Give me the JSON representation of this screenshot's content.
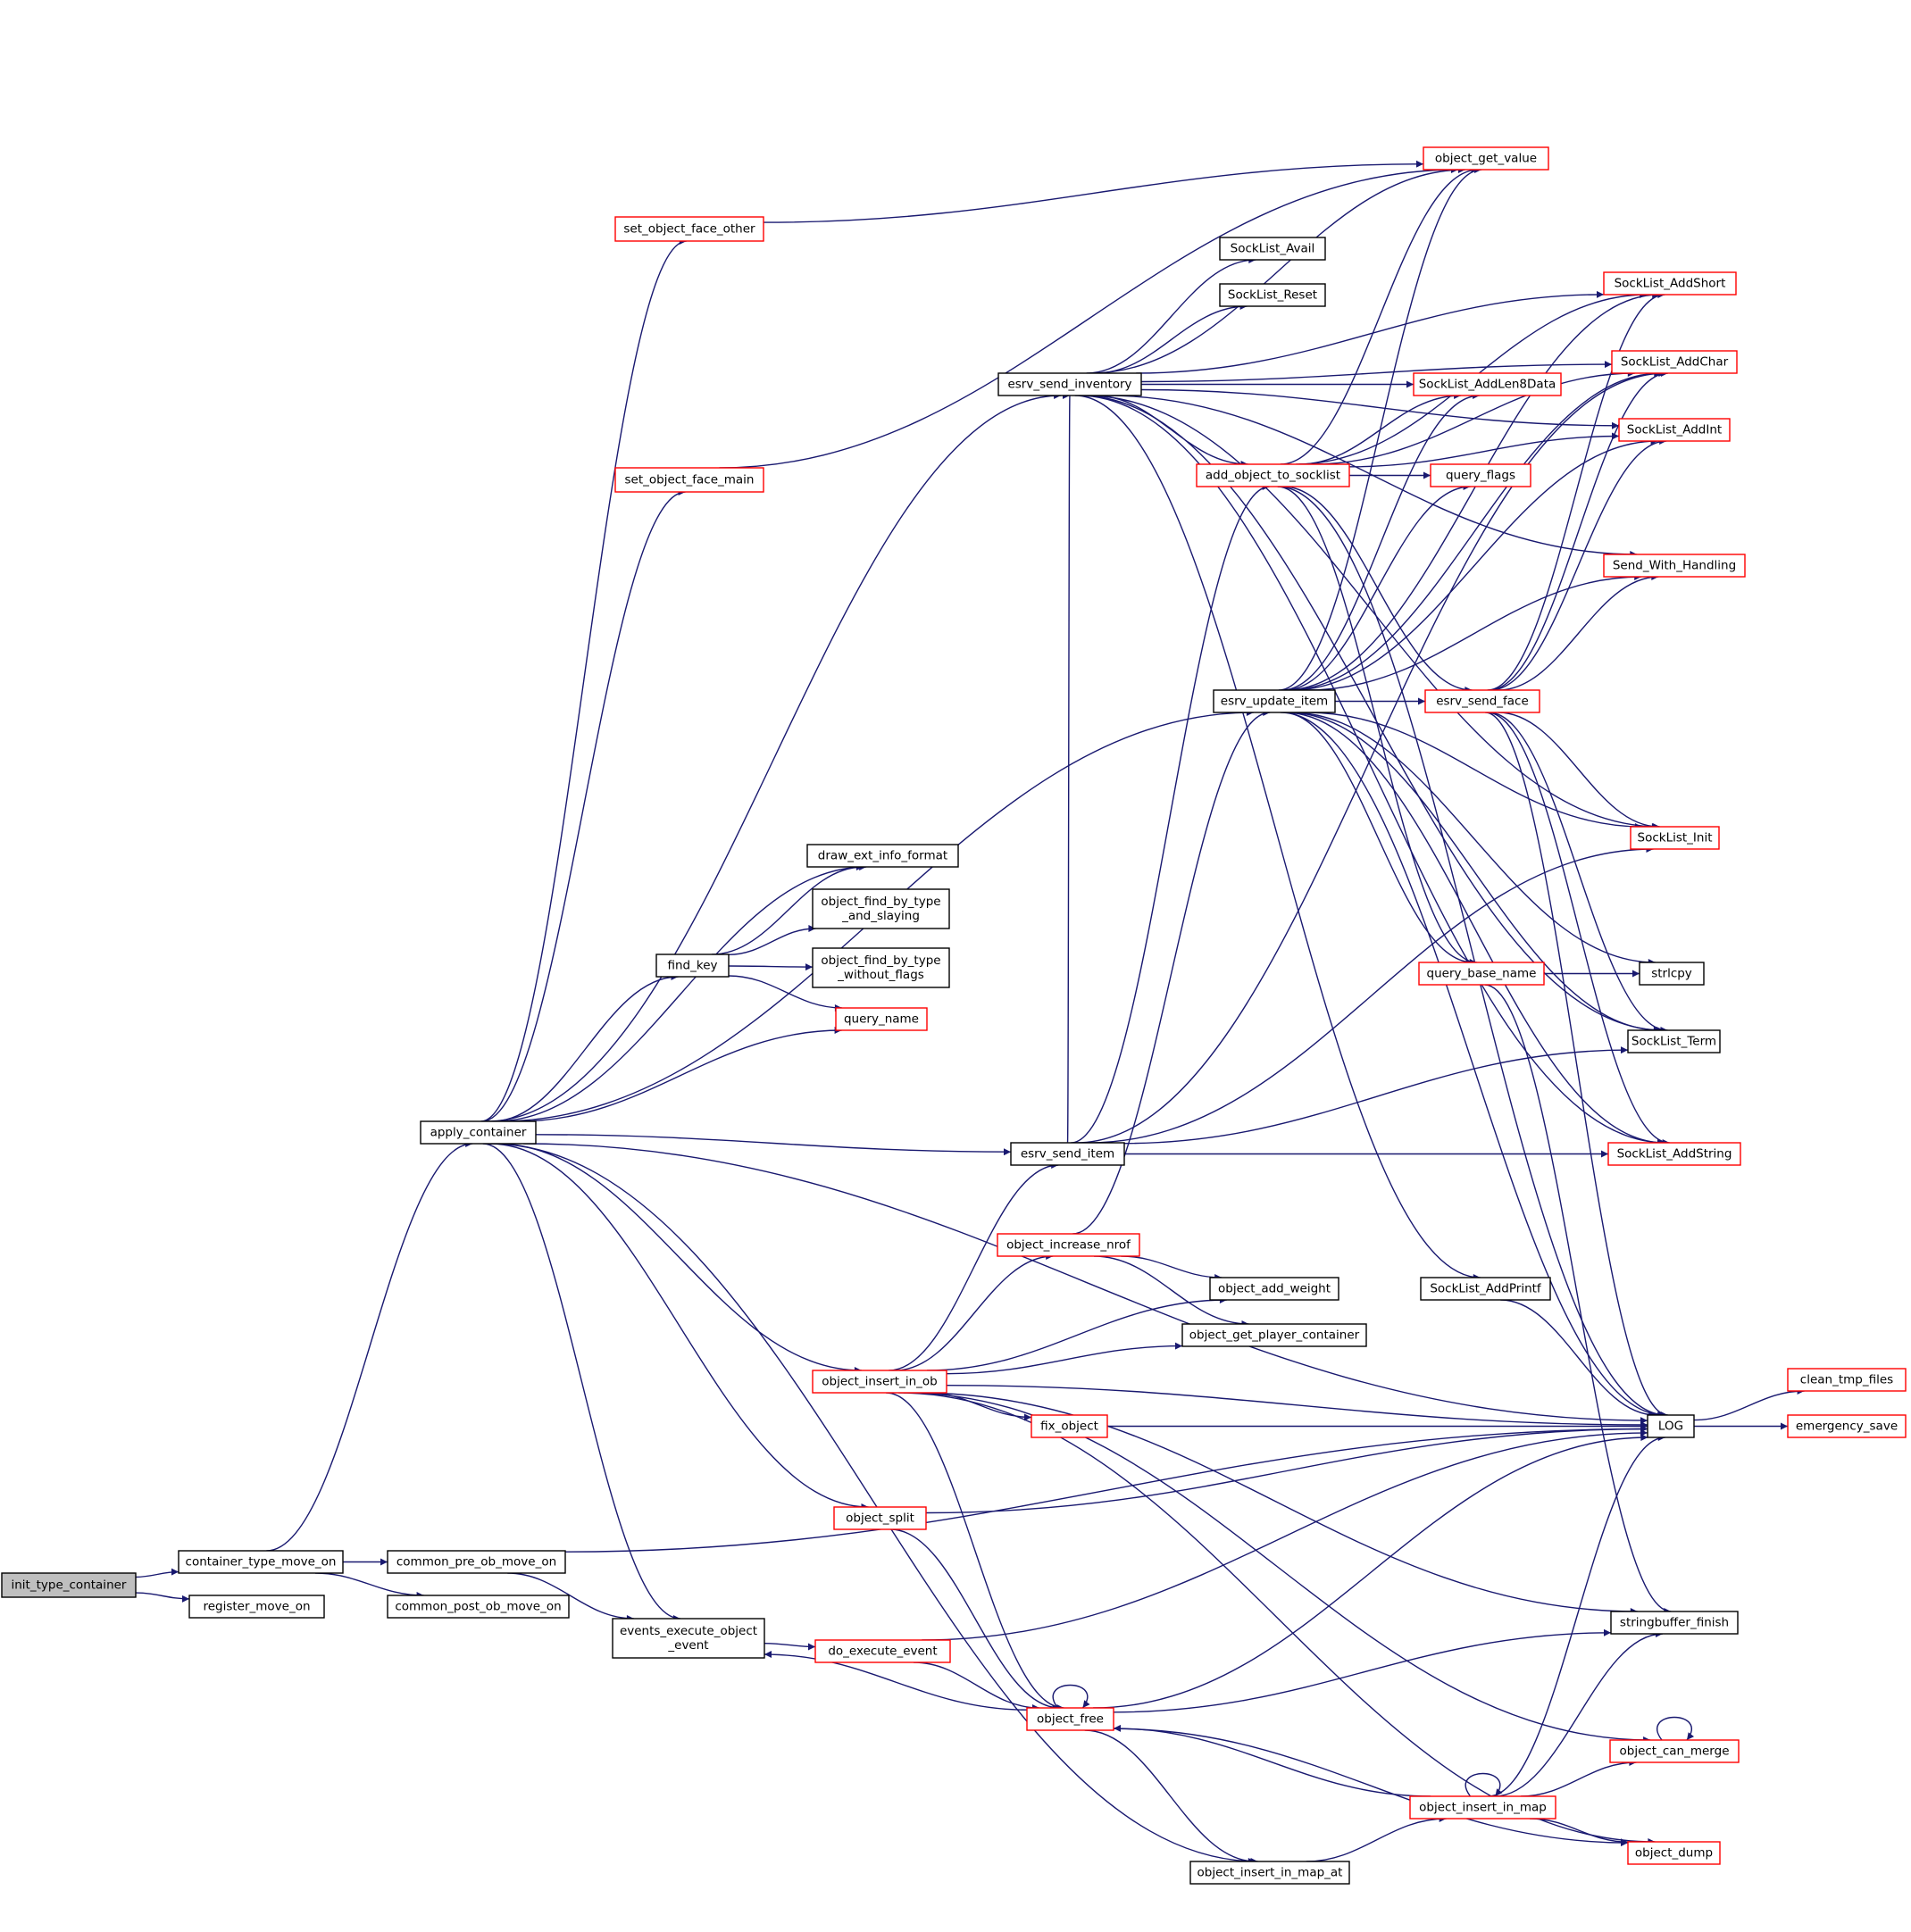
{
  "diagram": {
    "colors": {
      "edge": "#191970",
      "node_border_default": "#000000",
      "node_border_highlight": "#ff0000",
      "root_fill": "#bfbfbf",
      "node_fill": "#ffffff",
      "text": "#000000"
    },
    "nodes": [
      {
        "id": "init_type_container",
        "label": [
          "init_type_container"
        ],
        "style": "root"
      },
      {
        "id": "container_type_move_on",
        "label": [
          "container_type_move_on"
        ],
        "style": "normal"
      },
      {
        "id": "register_move_on",
        "label": [
          "register_move_on"
        ],
        "style": "normal"
      },
      {
        "id": "apply_container",
        "label": [
          "apply_container"
        ],
        "style": "normal"
      },
      {
        "id": "common_pre_ob_move_on",
        "label": [
          "common_pre_ob_move_on"
        ],
        "style": "normal"
      },
      {
        "id": "common_post_ob_move_on",
        "label": [
          "common_post_ob_move_on"
        ],
        "style": "normal"
      },
      {
        "id": "set_object_face_other",
        "label": [
          "set_object_face_other"
        ],
        "style": "red"
      },
      {
        "id": "set_object_face_main",
        "label": [
          "set_object_face_main"
        ],
        "style": "red"
      },
      {
        "id": "find_key",
        "label": [
          "find_key"
        ],
        "style": "normal"
      },
      {
        "id": "draw_ext_info_format",
        "label": [
          "draw_ext_info_format"
        ],
        "style": "normal"
      },
      {
        "id": "object_find_by_type_and_slaying",
        "label": [
          "object_find_by_type",
          "_and_slaying"
        ],
        "style": "normal"
      },
      {
        "id": "object_find_by_type_without_flags",
        "label": [
          "object_find_by_type",
          "_without_flags"
        ],
        "style": "normal"
      },
      {
        "id": "query_name",
        "label": [
          "query_name"
        ],
        "style": "red"
      },
      {
        "id": "events_execute_object_event",
        "label": [
          "events_execute_object",
          "_event"
        ],
        "style": "normal"
      },
      {
        "id": "do_execute_event",
        "label": [
          "do_execute_event"
        ],
        "style": "red"
      },
      {
        "id": "object_split",
        "label": [
          "object_split"
        ],
        "style": "red"
      },
      {
        "id": "object_insert_in_ob",
        "label": [
          "object_insert_in_ob"
        ],
        "style": "red"
      },
      {
        "id": "object_increase_nrof",
        "label": [
          "object_increase_nrof"
        ],
        "style": "red"
      },
      {
        "id": "fix_object",
        "label": [
          "fix_object"
        ],
        "style": "red"
      },
      {
        "id": "object_free",
        "label": [
          "object_free"
        ],
        "style": "red"
      },
      {
        "id": "esrv_send_inventory",
        "label": [
          "esrv_send_inventory"
        ],
        "style": "normal"
      },
      {
        "id": "esrv_send_item",
        "label": [
          "esrv_send_item"
        ],
        "style": "normal"
      },
      {
        "id": "SockList_Avail",
        "label": [
          "SockList_Avail"
        ],
        "style": "normal"
      },
      {
        "id": "SockList_Reset",
        "label": [
          "SockList_Reset"
        ],
        "style": "normal"
      },
      {
        "id": "add_object_to_socklist",
        "label": [
          "add_object_to_socklist"
        ],
        "style": "red"
      },
      {
        "id": "esrv_update_item",
        "label": [
          "esrv_update_item"
        ],
        "style": "normal"
      },
      {
        "id": "object_add_weight",
        "label": [
          "object_add_weight"
        ],
        "style": "normal"
      },
      {
        "id": "object_get_player_container",
        "label": [
          "object_get_player_container"
        ],
        "style": "normal"
      },
      {
        "id": "SockList_AddPrintf",
        "label": [
          "SockList_AddPrintf"
        ],
        "style": "normal"
      },
      {
        "id": "object_insert_in_map_at",
        "label": [
          "object_insert_in_map_at"
        ],
        "style": "normal"
      },
      {
        "id": "object_get_value",
        "label": [
          "object_get_value"
        ],
        "style": "red"
      },
      {
        "id": "SockList_AddLen8Data",
        "label": [
          "SockList_AddLen8Data"
        ],
        "style": "red"
      },
      {
        "id": "query_flags",
        "label": [
          "query_flags"
        ],
        "style": "red"
      },
      {
        "id": "esrv_send_face",
        "label": [
          "esrv_send_face"
        ],
        "style": "red"
      },
      {
        "id": "query_base_name",
        "label": [
          "query_base_name"
        ],
        "style": "red"
      },
      {
        "id": "object_insert_in_map",
        "label": [
          "object_insert_in_map"
        ],
        "style": "red"
      },
      {
        "id": "SockList_AddShort",
        "label": [
          "SockList_AddShort"
        ],
        "style": "red"
      },
      {
        "id": "SockList_AddChar",
        "label": [
          "SockList_AddChar"
        ],
        "style": "red"
      },
      {
        "id": "SockList_AddInt",
        "label": [
          "SockList_AddInt"
        ],
        "style": "red"
      },
      {
        "id": "Send_With_Handling",
        "label": [
          "Send_With_Handling"
        ],
        "style": "red"
      },
      {
        "id": "SockList_Init",
        "label": [
          "SockList_Init"
        ],
        "style": "red"
      },
      {
        "id": "strlcpy",
        "label": [
          "strlcpy"
        ],
        "style": "normal"
      },
      {
        "id": "SockList_Term",
        "label": [
          "SockList_Term"
        ],
        "style": "normal"
      },
      {
        "id": "SockList_AddString",
        "label": [
          "SockList_AddString"
        ],
        "style": "red"
      },
      {
        "id": "LOG",
        "label": [
          "LOG"
        ],
        "style": "normal"
      },
      {
        "id": "stringbuffer_finish",
        "label": [
          "stringbuffer_finish"
        ],
        "style": "normal"
      },
      {
        "id": "object_can_merge",
        "label": [
          "object_can_merge"
        ],
        "style": "red"
      },
      {
        "id": "object_dump",
        "label": [
          "object_dump"
        ],
        "style": "red"
      },
      {
        "id": "clean_tmp_files",
        "label": [
          "clean_tmp_files"
        ],
        "style": "red"
      },
      {
        "id": "emergency_save",
        "label": [
          "emergency_save"
        ],
        "style": "red"
      }
    ],
    "edges": [
      [
        "init_type_container",
        "container_type_move_on"
      ],
      [
        "init_type_container",
        "register_move_on"
      ],
      [
        "container_type_move_on",
        "apply_container"
      ],
      [
        "container_type_move_on",
        "common_pre_ob_move_on"
      ],
      [
        "container_type_move_on",
        "common_post_ob_move_on"
      ],
      [
        "common_pre_ob_move_on",
        "events_execute_object_event"
      ],
      [
        "common_pre_ob_move_on",
        "LOG"
      ],
      [
        "apply_container",
        "set_object_face_other"
      ],
      [
        "apply_container",
        "set_object_face_main"
      ],
      [
        "apply_container",
        "draw_ext_info_format"
      ],
      [
        "apply_container",
        "find_key"
      ],
      [
        "apply_container",
        "query_name"
      ],
      [
        "apply_container",
        "esrv_send_inventory"
      ],
      [
        "apply_container",
        "esrv_update_item"
      ],
      [
        "apply_container",
        "esrv_send_item"
      ],
      [
        "apply_container",
        "LOG"
      ],
      [
        "apply_container",
        "object_insert_in_ob"
      ],
      [
        "apply_container",
        "object_split"
      ],
      [
        "apply_container",
        "events_execute_object_event"
      ],
      [
        "apply_container",
        "object_insert_in_map_at"
      ],
      [
        "set_object_face_other",
        "object_get_value"
      ],
      [
        "set_object_face_main",
        "object_get_value"
      ],
      [
        "find_key",
        "draw_ext_info_format"
      ],
      [
        "find_key",
        "object_find_by_type_and_slaying"
      ],
      [
        "find_key",
        "object_find_by_type_without_flags"
      ],
      [
        "find_key",
        "query_name"
      ],
      [
        "esrv_send_inventory",
        "object_get_value"
      ],
      [
        "esrv_send_inventory",
        "SockList_Avail"
      ],
      [
        "esrv_send_inventory",
        "SockList_Reset"
      ],
      [
        "esrv_send_inventory",
        "SockList_AddShort"
      ],
      [
        "esrv_send_inventory",
        "SockList_AddChar"
      ],
      [
        "esrv_send_inventory",
        "SockList_AddInt"
      ],
      [
        "esrv_send_inventory",
        "SockList_AddLen8Data"
      ],
      [
        "esrv_send_inventory",
        "add_object_to_socklist"
      ],
      [
        "esrv_send_inventory",
        "Send_With_Handling"
      ],
      [
        "esrv_send_inventory",
        "SockList_Init"
      ],
      [
        "esrv_send_inventory",
        "SockList_Term"
      ],
      [
        "esrv_send_inventory",
        "SockList_AddString"
      ],
      [
        "esrv_send_inventory",
        "SockList_AddPrintf"
      ],
      [
        "add_object_to_socklist",
        "object_get_value"
      ],
      [
        "add_object_to_socklist",
        "SockList_AddShort"
      ],
      [
        "add_object_to_socklist",
        "SockList_AddLen8Data"
      ],
      [
        "add_object_to_socklist",
        "SockList_AddInt"
      ],
      [
        "add_object_to_socklist",
        "query_flags"
      ],
      [
        "add_object_to_socklist",
        "esrv_send_face"
      ],
      [
        "add_object_to_socklist",
        "query_base_name"
      ],
      [
        "add_object_to_socklist",
        "LOG"
      ],
      [
        "add_object_to_socklist",
        "SockList_AddChar"
      ],
      [
        "esrv_update_item",
        "object_get_value"
      ],
      [
        "esrv_update_item",
        "SockList_AddShort"
      ],
      [
        "esrv_update_item",
        "SockList_AddChar"
      ],
      [
        "esrv_update_item",
        "SockList_AddInt"
      ],
      [
        "esrv_update_item",
        "SockList_AddLen8Data"
      ],
      [
        "esrv_update_item",
        "query_flags"
      ],
      [
        "esrv_update_item",
        "esrv_send_face"
      ],
      [
        "esrv_update_item",
        "Send_With_Handling"
      ],
      [
        "esrv_update_item",
        "SockList_Init"
      ],
      [
        "esrv_update_item",
        "query_base_name"
      ],
      [
        "esrv_update_item",
        "strlcpy"
      ],
      [
        "esrv_update_item",
        "SockList_Term"
      ],
      [
        "esrv_update_item",
        "SockList_AddString"
      ],
      [
        "esrv_update_item",
        "LOG"
      ],
      [
        "esrv_send_face",
        "SockList_AddShort"
      ],
      [
        "esrv_send_face",
        "SockList_AddChar"
      ],
      [
        "esrv_send_face",
        "SockList_AddInt"
      ],
      [
        "esrv_send_face",
        "Send_With_Handling"
      ],
      [
        "esrv_send_face",
        "SockList_Init"
      ],
      [
        "esrv_send_face",
        "SockList_Term"
      ],
      [
        "esrv_send_face",
        "SockList_AddString"
      ],
      [
        "esrv_send_face",
        "LOG"
      ],
      [
        "query_base_name",
        "strlcpy"
      ],
      [
        "query_base_name",
        "stringbuffer_finish"
      ],
      [
        "esrv_send_item",
        "esrv_send_inventory"
      ],
      [
        "esrv_send_item",
        "add_object_to_socklist"
      ],
      [
        "esrv_send_item",
        "SockList_Init"
      ],
      [
        "esrv_send_item",
        "SockList_Term"
      ],
      [
        "esrv_send_item",
        "SockList_AddString"
      ],
      [
        "esrv_send_item",
        "SockList_AddChar"
      ],
      [
        "SockList_AddPrintf",
        "LOG"
      ],
      [
        "object_increase_nrof",
        "esrv_update_item"
      ],
      [
        "object_increase_nrof",
        "object_add_weight"
      ],
      [
        "object_increase_nrof",
        "object_get_player_container"
      ],
      [
        "object_insert_in_ob",
        "esrv_send_item"
      ],
      [
        "object_insert_in_ob",
        "object_increase_nrof"
      ],
      [
        "object_insert_in_ob",
        "object_add_weight"
      ],
      [
        "object_insert_in_ob",
        "object_get_player_container"
      ],
      [
        "object_insert_in_ob",
        "LOG"
      ],
      [
        "object_insert_in_ob",
        "fix_object"
      ],
      [
        "object_insert_in_ob",
        "stringbuffer_finish"
      ],
      [
        "object_insert_in_ob",
        "object_can_merge"
      ],
      [
        "object_insert_in_ob",
        "object_free"
      ],
      [
        "object_insert_in_ob",
        "object_dump"
      ],
      [
        "fix_object",
        "LOG"
      ],
      [
        "object_split",
        "LOG"
      ],
      [
        "object_split",
        "object_free"
      ],
      [
        "events_execute_object_event",
        "do_execute_event"
      ],
      [
        "do_execute_event",
        "LOG"
      ],
      [
        "do_execute_event",
        "object_free"
      ],
      [
        "object_free",
        "object_free"
      ],
      [
        "object_free",
        "events_execute_object_event"
      ],
      [
        "object_free",
        "LOG"
      ],
      [
        "object_free",
        "stringbuffer_finish"
      ],
      [
        "object_free",
        "object_insert_in_map_at"
      ],
      [
        "object_free",
        "object_dump"
      ],
      [
        "object_insert_in_map_at",
        "object_insert_in_map"
      ],
      [
        "object_insert_in_map",
        "object_free"
      ],
      [
        "object_insert_in_map",
        "object_insert_in_map"
      ],
      [
        "object_insert_in_map",
        "LOG"
      ],
      [
        "object_insert_in_map",
        "stringbuffer_finish"
      ],
      [
        "object_insert_in_map",
        "object_can_merge"
      ],
      [
        "object_insert_in_map",
        "object_dump"
      ],
      [
        "object_can_merge",
        "object_can_merge"
      ],
      [
        "LOG",
        "clean_tmp_files"
      ],
      [
        "LOG",
        "emergency_save"
      ]
    ]
  }
}
